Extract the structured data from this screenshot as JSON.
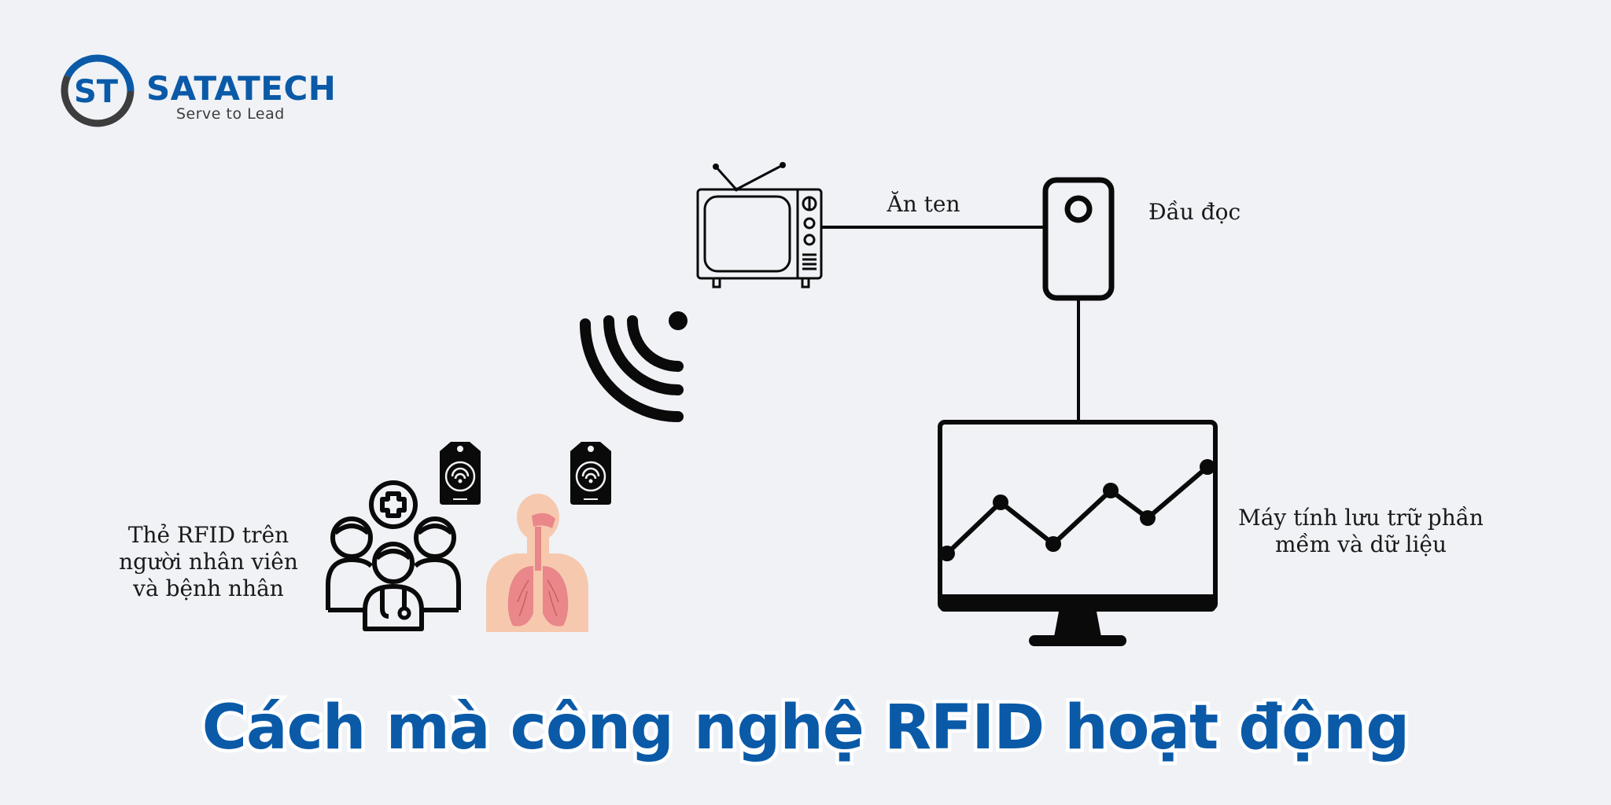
{
  "colors": {
    "brand_blue": "#0a5aa8",
    "brand_gray": "#3d3d3d",
    "ink": "#0a0a0a",
    "skin": "#f6c9ae",
    "lung": "#e9878a",
    "background": "#f0f2f6"
  },
  "brand": {
    "logo_letters": "ST",
    "name": "SATATECH",
    "tagline": "Serve to Lead"
  },
  "labels": {
    "antenna": "Ăn ten",
    "reader": "Đầu đọc",
    "computer_line1": "Máy tính lưu trữ phần",
    "computer_line2": "mềm và dữ liệu",
    "tag_line1": "Thẻ RFID trên",
    "tag_line2": "người nhân viên",
    "tag_line3": "và bệnh nhân"
  },
  "icons": [
    "tv-antenna-icon",
    "reader-device-icon",
    "monitor-chart-icon",
    "wireless-signal-icon",
    "rfid-tag-icon",
    "medical-staff-icon",
    "human-respiratory-icon"
  ],
  "title": "Cách mà công nghệ RFID hoạt động"
}
